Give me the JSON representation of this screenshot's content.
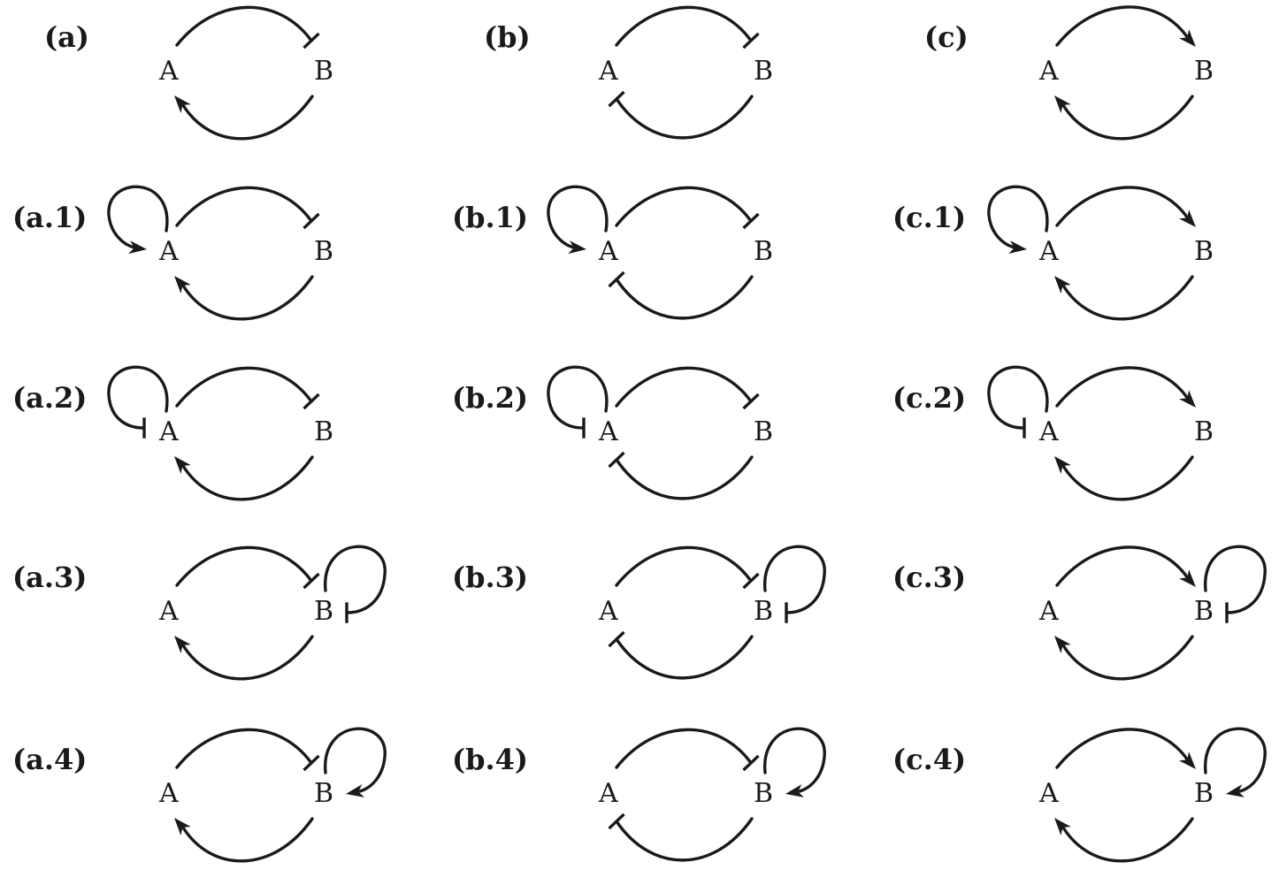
{
  "node_a": "A",
  "node_b": "B",
  "panels": [
    {
      "label": "(a)",
      "ab": "inhibit",
      "ba": "activate",
      "self_a": null,
      "self_b": null
    },
    {
      "label": "(b)",
      "ab": "inhibit",
      "ba": "inhibit",
      "self_a": null,
      "self_b": null
    },
    {
      "label": "(c)",
      "ab": "activate",
      "ba": "activate",
      "self_a": null,
      "self_b": null
    },
    {
      "label": "(a.1)",
      "ab": "inhibit",
      "ba": "activate",
      "self_a": "activate",
      "self_b": null
    },
    {
      "label": "(b.1)",
      "ab": "inhibit",
      "ba": "inhibit",
      "self_a": "activate",
      "self_b": null
    },
    {
      "label": "(c.1)",
      "ab": "activate",
      "ba": "activate",
      "self_a": "activate",
      "self_b": null
    },
    {
      "label": "(a.2)",
      "ab": "inhibit",
      "ba": "activate",
      "self_a": "inhibit",
      "self_b": null
    },
    {
      "label": "(b.2)",
      "ab": "inhibit",
      "ba": "inhibit",
      "self_a": "inhibit",
      "self_b": null
    },
    {
      "label": "(c.2)",
      "ab": "activate",
      "ba": "activate",
      "self_a": "inhibit",
      "self_b": null
    },
    {
      "label": "(a.3)",
      "ab": "inhibit",
      "ba": "activate",
      "self_a": null,
      "self_b": "inhibit"
    },
    {
      "label": "(b.3)",
      "ab": "inhibit",
      "ba": "inhibit",
      "self_a": null,
      "self_b": "inhibit"
    },
    {
      "label": "(c.3)",
      "ab": "activate",
      "ba": "activate",
      "self_a": null,
      "self_b": "inhibit"
    },
    {
      "label": "(a.4)",
      "ab": "inhibit",
      "ba": "activate",
      "self_a": null,
      "self_b": "activate"
    },
    {
      "label": "(b.4)",
      "ab": "inhibit",
      "ba": "inhibit",
      "self_a": null,
      "self_b": "activate"
    },
    {
      "label": "(c.4)",
      "ab": "activate",
      "ba": "activate",
      "self_a": null,
      "self_b": "activate"
    }
  ]
}
